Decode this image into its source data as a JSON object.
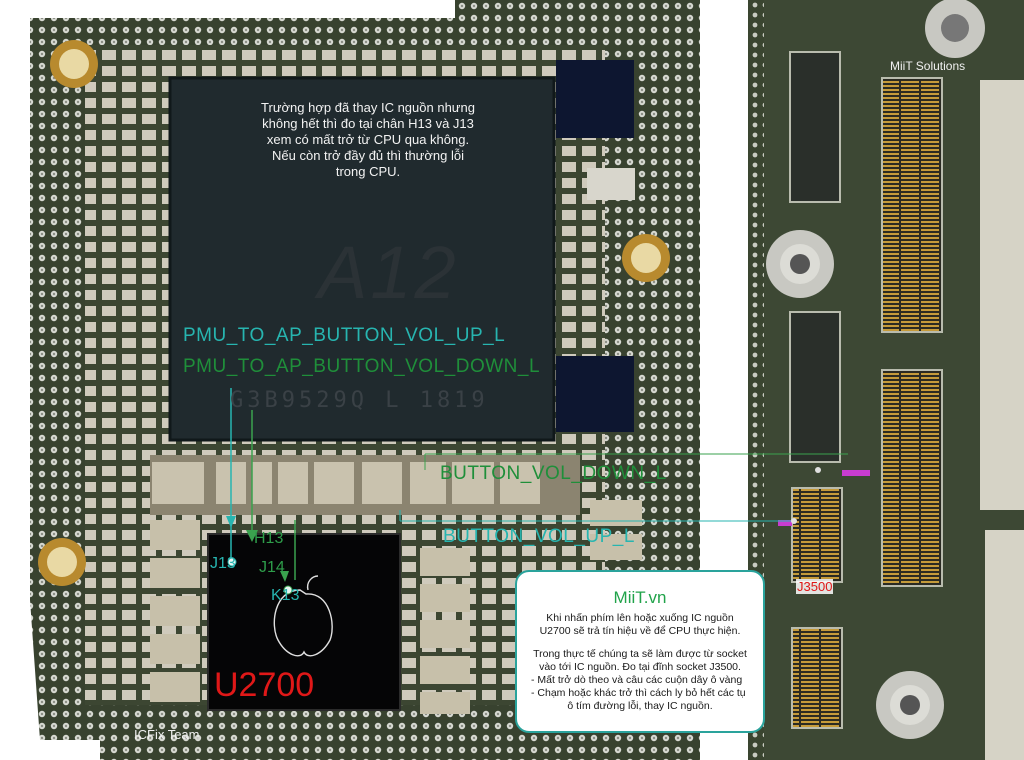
{
  "labels": {
    "note_lines": [
      "Trường hợp đã thay IC nguồn nhưng",
      "không hết thì đo tại chân H13 và J13",
      "xem có mất trở từ CPU qua không.",
      "Nếu còn trở đầy đủ thì thường lỗi",
      "trong CPU."
    ],
    "brand": "MiiT Solutions",
    "cpu_model": "A12",
    "cpu_code": "G3B9529Q L 1819",
    "net_vol_up": "PMU_TO_AP_BUTTON_VOL_UP_L",
    "net_vol_down": "PMU_TO_AP_BUTTON_VOL_DOWN_L",
    "button_vol_down": "BUTTON_VOL_DOWN_L",
    "button_vol_up": "BUTTON_VOL_UP_L",
    "pin_h13": "H13",
    "pin_j13": "J13",
    "pin_j14": "J14",
    "pin_k13": "K13",
    "ic_name": "U2700",
    "socket_name": "J3500",
    "team": "ICFix Team"
  },
  "card": {
    "title": "MiiT.vn",
    "line1": "Khi nhấn phím lên hoặc xuống IC nguồn",
    "line2": "U2700 sẽ trả tín hiệu về để CPU thực hiện.",
    "line3": "Trong thực tế chúng ta sẽ làm được từ socket",
    "line4": "vào tới IC nguồn. Đo tại đĩnh socket J3500.",
    "line5": "- Mất trở dò theo và câu các cuộn dây ô vàng",
    "line6": "- Chạm hoặc khác trở thì cách ly bỏ hết các tụ",
    "line7": "ô tím đường lỗi, thay IC nguồn."
  },
  "colors": {
    "board": "#3b4430",
    "chip": "#202a2e",
    "trace_cyan": "#27b5b0",
    "trace_green": "#3aa24e",
    "highlight_red": "#e01818",
    "card_border": "#2aa39c"
  }
}
